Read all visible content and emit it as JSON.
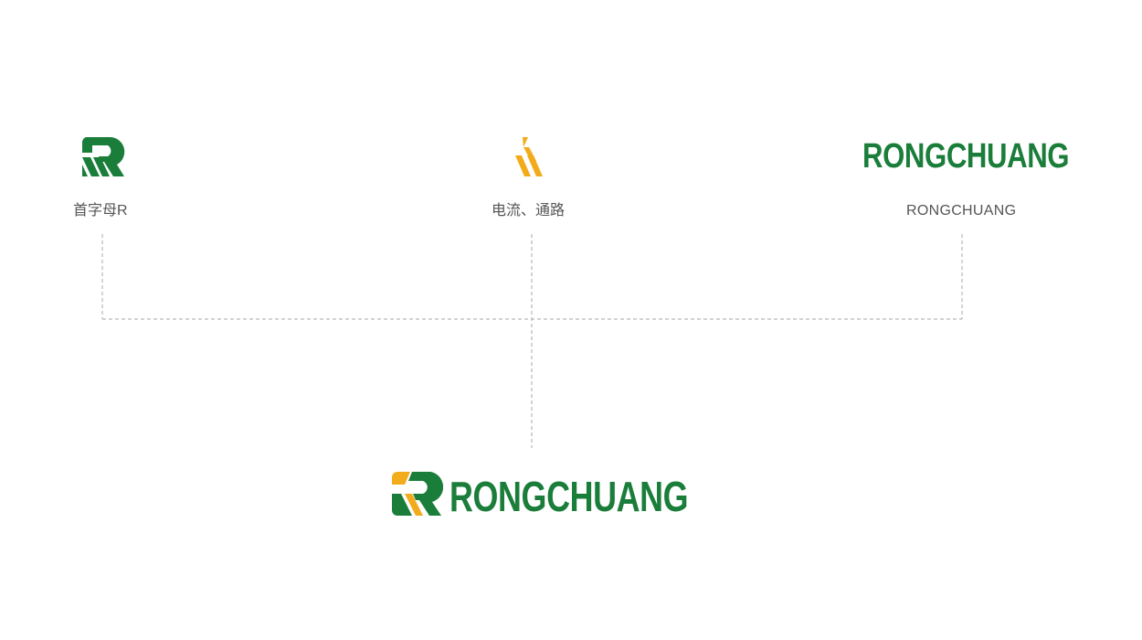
{
  "colors": {
    "green": "#1a7d3a",
    "yellow": "#f2ac1b",
    "line": "#b8b8b8",
    "label": "#555555"
  },
  "elements": {
    "left": {
      "icon": "r-letter-icon",
      "label": "首字母R"
    },
    "middle": {
      "icon": "lightning-icon",
      "label": "电流、通路"
    },
    "right": {
      "wordmark": "RONGCHUANG",
      "label": "RONGCHUANG"
    }
  },
  "result": {
    "icon": "rongchuang-logo-icon",
    "wordmark": "RONGCHUANG"
  }
}
